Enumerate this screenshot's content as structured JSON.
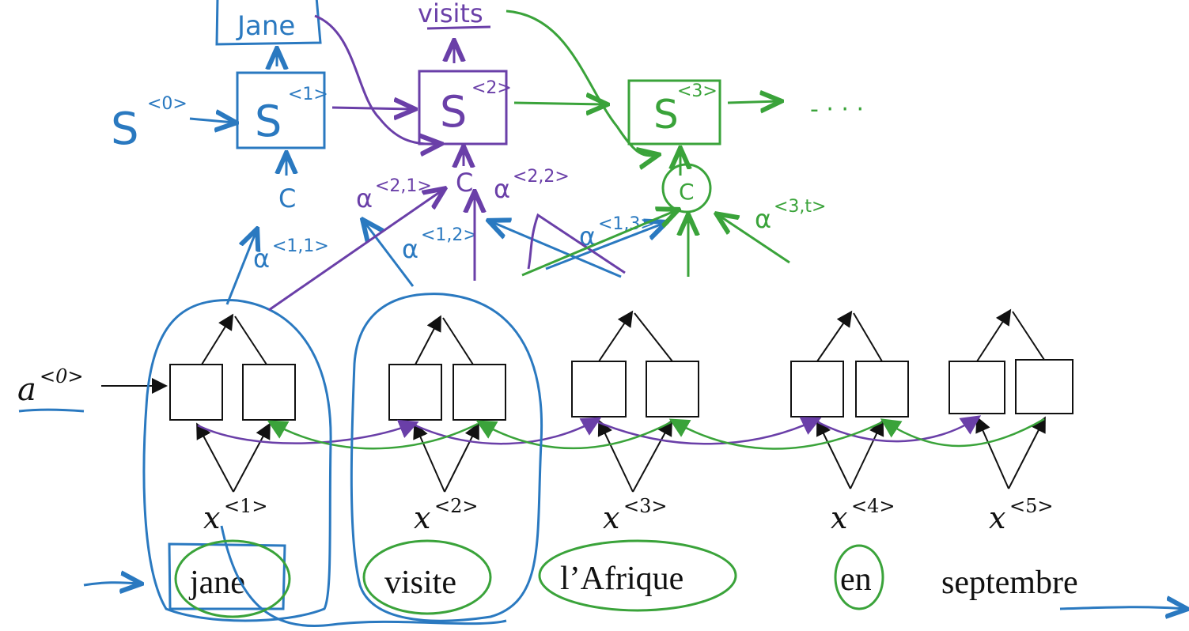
{
  "colors": {
    "blue": "#2a79c0",
    "purple": "#6a3fa8",
    "green": "#3aa33a",
    "black": "#111111"
  },
  "decoder": {
    "outputs": [
      "Jane",
      "visits"
    ],
    "states": [
      {
        "base": "S",
        "sup": "<1>"
      },
      {
        "base": "S",
        "sup": "<2>"
      },
      {
        "base": "S",
        "sup": "<3>"
      }
    ],
    "initial_state": {
      "base": "S",
      "sup": "<0>"
    },
    "context_label": "C",
    "ellipsis": "- · · ·"
  },
  "attention_labels": [
    {
      "base": "α",
      "sup": "<1,1>"
    },
    {
      "base": "α",
      "sup": "<2,1>"
    },
    {
      "base": "α",
      "sup": "<1,2>"
    },
    {
      "base": "α",
      "sup": "<2,2>"
    },
    {
      "base": "α",
      "sup": "<1,3>"
    },
    {
      "base": "α",
      "sup": "<3,t>"
    }
  ],
  "encoder": {
    "a0": {
      "base": "a",
      "sup": "<0>"
    },
    "inputs": [
      {
        "base": "x",
        "sup": "<1>"
      },
      {
        "base": "x",
        "sup": "<2>"
      },
      {
        "base": "x",
        "sup": "<3>"
      },
      {
        "base": "x",
        "sup": "<4>"
      },
      {
        "base": "x",
        "sup": "<5>"
      }
    ],
    "words": [
      "jane",
      "visite",
      "l’Afrique",
      "en",
      "septembre"
    ]
  }
}
